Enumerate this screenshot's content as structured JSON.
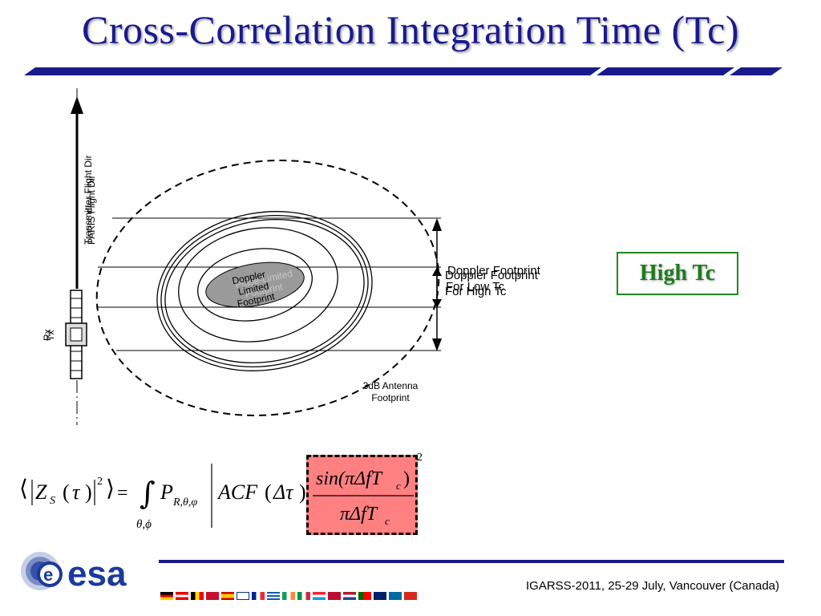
{
  "slide": {
    "title": "Cross-Correlation Integration Time (Tc)"
  },
  "diagram": {
    "flight_dir_label_1": "PARIS Flight Dir",
    "flight_dir_label_2": "Transmitter Flight Dir",
    "satellite_label_rx": "Rx",
    "satellite_label_tx": "Tx",
    "doppler_center_label_front": [
      "Doppler",
      "Limited",
      "Footprint"
    ],
    "doppler_center_label_back": [
      "Pulse-Limited",
      "Footprint"
    ],
    "doppler_low_tc": [
      "Doppler Footprint",
      "For Low Tc"
    ],
    "doppler_high_tc": [
      "Doppler Footprint",
      "For High Tc"
    ],
    "antenna_footprint": [
      "3dB Antenna",
      "Footprint"
    ]
  },
  "badge": {
    "label": "High Tc",
    "border_color": "#1e8a1e",
    "text_color": "#1e7a1e"
  },
  "equation": {
    "lhs_z": "Z",
    "lhs_sub": "S",
    "lhs_tau": "τ",
    "exp": "2",
    "integral_lower": "θ,ϕ",
    "p": "P",
    "p_sub": "R,θ,φ",
    "acf": "ACF",
    "delta_tau": "Δτ",
    "numerator": "sin(πΔfT",
    "num_sub": "c",
    "denominator": "πΔfT",
    "den_sub": "c",
    "highlight_color": "#ff8080"
  },
  "footer": {
    "conference": "IGARSS-2011, 25-29 July, Vancouver (Canada)",
    "logo_text": "esa",
    "accent_color": "#1a1a8c"
  }
}
